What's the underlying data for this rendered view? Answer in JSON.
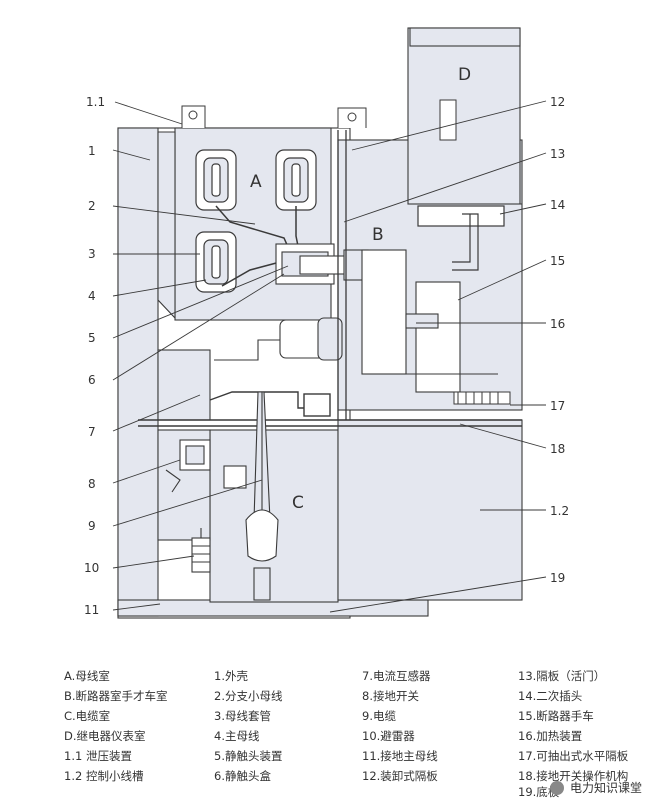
{
  "diagram": {
    "section_letters": [
      "A",
      "B",
      "C",
      "D"
    ],
    "callouts_left": [
      "1.1",
      "1",
      "2",
      "3",
      "4",
      "5",
      "6",
      "7",
      "8",
      "9",
      "10",
      "11"
    ],
    "callouts_right": [
      "12",
      "13",
      "14",
      "15",
      "16",
      "17",
      "18",
      "1.2",
      "19"
    ]
  },
  "legend": {
    "columns": [
      [
        "A.母线室",
        "B.断路器室手才车室",
        "C.电缆室",
        "D.继电器仪表室",
        "1.1 泄压装置",
        "1.2 控制小线槽"
      ],
      [
        "1.外壳",
        "2.分支小母线",
        "3.母线套管",
        "4.主母线",
        "5.静触头装置",
        "6.静触头盒"
      ],
      [
        "7.电流互感器",
        "8.接地开关",
        "9.电缆",
        "10.避雷器",
        "11.接地主母线",
        "12.装卸式隔板"
      ],
      [
        "13.隔板（活门）",
        "14.二次插头",
        "15.断路器手车",
        "16.加热装置",
        "17.可抽出式水平隔板",
        "18.接地开关操作机构",
        "19.底板"
      ]
    ]
  },
  "watermark": {
    "text": "电力知识课堂"
  },
  "colors": {
    "line": "#3a3a3a",
    "panel": "#e4e7ef",
    "background": "#ffffff"
  }
}
